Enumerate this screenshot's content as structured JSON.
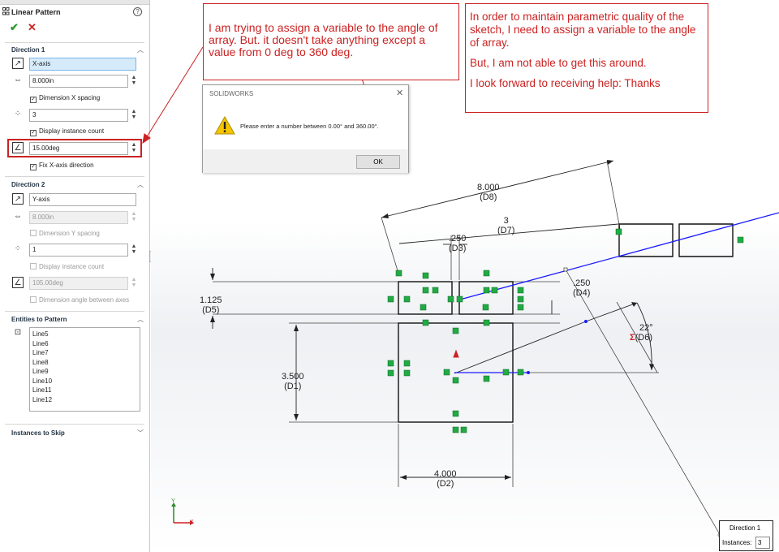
{
  "property_manager": {
    "title": "Linear Pattern",
    "direction1": {
      "header": "Direction 1",
      "axis": "X-axis",
      "spacing": "8.000in",
      "spacing_check": "Dimension X spacing",
      "count": "3",
      "display_count_check": "Display instance count",
      "angle": "15.00deg",
      "fix_axis_check": "Fix X-axis direction"
    },
    "direction2": {
      "header": "Direction 2",
      "axis": "Y-axis",
      "spacing": "8.000in",
      "spacing_check": "Dimension Y spacing",
      "count": "1",
      "display_count_check": "Display instance count",
      "angle": "105.00deg",
      "angle_check": "Dimension angle between axes"
    },
    "entities": {
      "header": "Entities to Pattern",
      "items": [
        "Line5",
        "Line6",
        "Line7",
        "Line8",
        "Line9",
        "Line10",
        "Line11",
        "Line12"
      ]
    },
    "skip": {
      "header": "Instances to Skip"
    }
  },
  "annotations": {
    "left": "I am trying to assign a variable to the angle of array. But. it doesn't take anything except a value from 0 deg to 360 deg.",
    "right_p1": "In order to maintain parametric quality of the sketch, I need to assign a variable to the angle of array.",
    "right_p2": "But, I am not able to get this around.",
    "right_p3": "I look forward to receiving help: Thanks"
  },
  "dialog": {
    "title": "SOLIDWORKS",
    "message": "Please enter a number between 0.00° and 360.00°.",
    "ok_label": "OK"
  },
  "dimensions": {
    "d8_value": "8.000",
    "d8_name": "(D8)",
    "d7_value": "3",
    "d7_name": "(D7)",
    "d3_value": ".250",
    "d3_name": "(D3)",
    "d4_value": ".250",
    "d4_name": "(D4)",
    "d5_value": "1.125",
    "d5_name": "(D5)",
    "d6_value": "22°",
    "d6_sym": "Σ",
    "d6_name": "(D6)",
    "d1_value": "3.500",
    "d1_name": "(D1)",
    "d2_value": "4.000",
    "d2_name": "(D2)"
  },
  "triad": {
    "x": "X",
    "y": "Y"
  },
  "instance_callout": {
    "title": "Direction 1",
    "label": "Instances:",
    "value": "3"
  },
  "colors": {
    "accent_red": "#cc2222",
    "relation_green": "#22aa44",
    "sketch_blue": "#1a1aff"
  }
}
